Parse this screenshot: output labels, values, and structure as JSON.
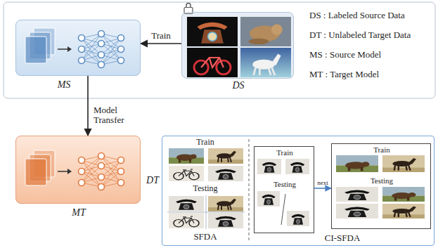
{
  "diagram": {
    "nodes": [
      {
        "text": [
          "MS"
        ]
      },
      {
        "text": [
          "DS"
        ]
      },
      {
        "text": [
          "MT"
        ]
      },
      {
        "text": [
          "DT"
        ]
      },
      {
        "text": [
          "Train",
          "Testing"
        ],
        "in": 3
      },
      {
        "text": [
          "Train",
          "Testing"
        ],
        "in": 3
      }
    ],
    "edges": [
      {
        "from": 1,
        "to": 0,
        "label": "Train",
        "arrow": "to"
      },
      {
        "from": 0,
        "to": 2,
        "label": "Model Transfer",
        "arrow": "to"
      },
      {
        "from": 4,
        "to": 5,
        "label": "next",
        "arrow": "to"
      }
    ],
    "labels": [
      "DS : Labeled Source Data",
      "DT : Unlabeled Target Data",
      "MS : Source Model",
      "MT : Target Model",
      "Train",
      "Testing",
      "SFDA",
      "CI-SFDA"
    ]
  }
}
